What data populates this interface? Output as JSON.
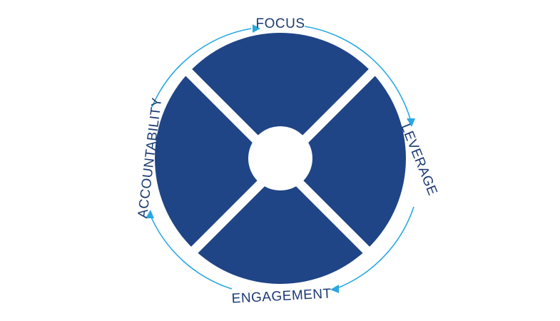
{
  "diagram": {
    "labels": {
      "top": "FOCUS",
      "right": "LEVERAGE",
      "bottom": "ENGAGEMENT",
      "left": "ACCOUNTABILITY"
    },
    "colors": {
      "segment_fill": "#1f4586",
      "label_text": "#1b3a72",
      "arrow": "#29a8e0",
      "background": "#ffffff"
    },
    "icons": {
      "arrow_head": "arrow-head-icon"
    }
  }
}
